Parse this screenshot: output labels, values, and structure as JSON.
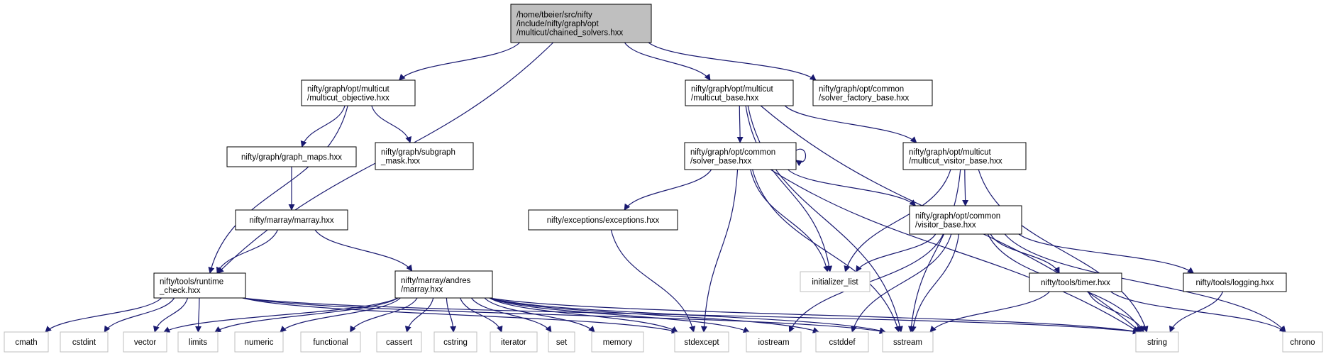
{
  "graph": {
    "colors": {
      "root_fill": "#bfbfbf",
      "project_stroke": "#000000",
      "external_stroke": "#bfbfbf",
      "edge": "#191970"
    },
    "nodes": [
      {
        "id": "chained",
        "kind": "root",
        "label": [
          "/home/tbeier/src/nifty",
          "/include/nifty/graph/opt",
          "/multicut/chained_solvers.hxx"
        ]
      },
      {
        "id": "mc_objective",
        "kind": "project",
        "label": [
          "nifty/graph/opt/multicut",
          "/multicut_objective.hxx"
        ]
      },
      {
        "id": "mc_base",
        "kind": "project",
        "label": [
          "nifty/graph/opt/multicut",
          "/multicut_base.hxx"
        ]
      },
      {
        "id": "solver_factory",
        "kind": "project",
        "label": [
          "nifty/graph/opt/common",
          "/solver_factory_base.hxx"
        ]
      },
      {
        "id": "graph_maps",
        "kind": "project",
        "label": [
          "nifty/graph/graph_maps.hxx"
        ]
      },
      {
        "id": "subgraph_mask",
        "kind": "project",
        "label": [
          "nifty/graph/subgraph",
          "_mask.hxx"
        ]
      },
      {
        "id": "solver_base",
        "kind": "project",
        "label": [
          "nifty/graph/opt/common",
          "/solver_base.hxx"
        ]
      },
      {
        "id": "mc_visitor",
        "kind": "project",
        "label": [
          "nifty/graph/opt/multicut",
          "/multicut_visitor_base.hxx"
        ]
      },
      {
        "id": "marray",
        "kind": "project",
        "label": [
          "nifty/marray/marray.hxx"
        ]
      },
      {
        "id": "exceptions",
        "kind": "project",
        "label": [
          "nifty/exceptions/exceptions.hxx"
        ]
      },
      {
        "id": "visitor_base",
        "kind": "project",
        "label": [
          "nifty/graph/opt/common",
          "/visitor_base.hxx"
        ]
      },
      {
        "id": "runtime_check",
        "kind": "project",
        "label": [
          "nifty/tools/runtime",
          "_check.hxx"
        ]
      },
      {
        "id": "andres",
        "kind": "project",
        "label": [
          "nifty/marray/andres",
          "/marray.hxx"
        ]
      },
      {
        "id": "initializer_list",
        "kind": "external",
        "label": [
          "initializer_list"
        ]
      },
      {
        "id": "timer",
        "kind": "project",
        "label": [
          "nifty/tools/timer.hxx"
        ]
      },
      {
        "id": "logging",
        "kind": "project",
        "label": [
          "nifty/tools/logging.hxx"
        ]
      },
      {
        "id": "cmath",
        "kind": "external",
        "label": [
          "cmath"
        ]
      },
      {
        "id": "cstdint",
        "kind": "external",
        "label": [
          "cstdint"
        ]
      },
      {
        "id": "vector",
        "kind": "external",
        "label": [
          "vector"
        ]
      },
      {
        "id": "limits",
        "kind": "external",
        "label": [
          "limits"
        ]
      },
      {
        "id": "numeric",
        "kind": "external",
        "label": [
          "numeric"
        ]
      },
      {
        "id": "functional",
        "kind": "external",
        "label": [
          "functional"
        ]
      },
      {
        "id": "cassert",
        "kind": "external",
        "label": [
          "cassert"
        ]
      },
      {
        "id": "cstring",
        "kind": "external",
        "label": [
          "cstring"
        ]
      },
      {
        "id": "iterator",
        "kind": "external",
        "label": [
          "iterator"
        ]
      },
      {
        "id": "set",
        "kind": "external",
        "label": [
          "set"
        ]
      },
      {
        "id": "memory",
        "kind": "external",
        "label": [
          "memory"
        ]
      },
      {
        "id": "stdexcept",
        "kind": "external",
        "label": [
          "stdexcept"
        ]
      },
      {
        "id": "iostream",
        "kind": "external",
        "label": [
          "iostream"
        ]
      },
      {
        "id": "cstddef",
        "kind": "external",
        "label": [
          "cstddef"
        ]
      },
      {
        "id": "sstream",
        "kind": "external",
        "label": [
          "sstream"
        ]
      },
      {
        "id": "string",
        "kind": "external",
        "label": [
          "string"
        ]
      },
      {
        "id": "chrono",
        "kind": "external",
        "label": [
          "chrono"
        ]
      }
    ],
    "edges": [
      [
        "chained",
        "runtime_check"
      ],
      [
        "chained",
        "mc_objective"
      ],
      [
        "chained",
        "mc_base"
      ],
      [
        "chained",
        "solver_factory"
      ],
      [
        "mc_objective",
        "runtime_check"
      ],
      [
        "mc_objective",
        "graph_maps"
      ],
      [
        "mc_objective",
        "subgraph_mask"
      ],
      [
        "graph_maps",
        "marray"
      ],
      [
        "marray",
        "runtime_check"
      ],
      [
        "marray",
        "andres"
      ],
      [
        "mc_base",
        "solver_base"
      ],
      [
        "mc_base",
        "mc_visitor"
      ],
      [
        "mc_base",
        "initializer_list"
      ],
      [
        "mc_base",
        "sstream"
      ],
      [
        "mc_base",
        "string"
      ],
      [
        "solver_base",
        "solver_base"
      ],
      [
        "solver_base",
        "exceptions"
      ],
      [
        "solver_base",
        "visitor_base"
      ],
      [
        "solver_base",
        "initializer_list"
      ],
      [
        "solver_base",
        "stdexcept"
      ],
      [
        "solver_base",
        "sstream"
      ],
      [
        "solver_base",
        "string"
      ],
      [
        "mc_visitor",
        "visitor_base"
      ],
      [
        "mc_visitor",
        "initializer_list"
      ],
      [
        "mc_visitor",
        "sstream"
      ],
      [
        "mc_visitor",
        "string"
      ],
      [
        "exceptions",
        "stdexcept"
      ],
      [
        "visitor_base",
        "initializer_list"
      ],
      [
        "visitor_base",
        "timer"
      ],
      [
        "visitor_base",
        "logging"
      ],
      [
        "visitor_base",
        "iostream"
      ],
      [
        "visitor_base",
        "cstddef"
      ],
      [
        "visitor_base",
        "sstream"
      ],
      [
        "visitor_base",
        "string"
      ],
      [
        "visitor_base",
        "chrono"
      ],
      [
        "timer",
        "sstream"
      ],
      [
        "timer",
        "string"
      ],
      [
        "timer",
        "chrono"
      ],
      [
        "logging",
        "string"
      ],
      [
        "runtime_check",
        "cmath"
      ],
      [
        "runtime_check",
        "cstdint"
      ],
      [
        "runtime_check",
        "vector"
      ],
      [
        "runtime_check",
        "limits"
      ],
      [
        "runtime_check",
        "stdexcept"
      ],
      [
        "runtime_check",
        "sstream"
      ],
      [
        "runtime_check",
        "string"
      ],
      [
        "andres",
        "vector"
      ],
      [
        "andres",
        "limits"
      ],
      [
        "andres",
        "numeric"
      ],
      [
        "andres",
        "functional"
      ],
      [
        "andres",
        "cassert"
      ],
      [
        "andres",
        "cstring"
      ],
      [
        "andres",
        "iterator"
      ],
      [
        "andres",
        "set"
      ],
      [
        "andres",
        "memory"
      ],
      [
        "andres",
        "stdexcept"
      ],
      [
        "andres",
        "iostream"
      ],
      [
        "andres",
        "cstddef"
      ],
      [
        "andres",
        "sstream"
      ],
      [
        "andres",
        "string"
      ]
    ]
  }
}
